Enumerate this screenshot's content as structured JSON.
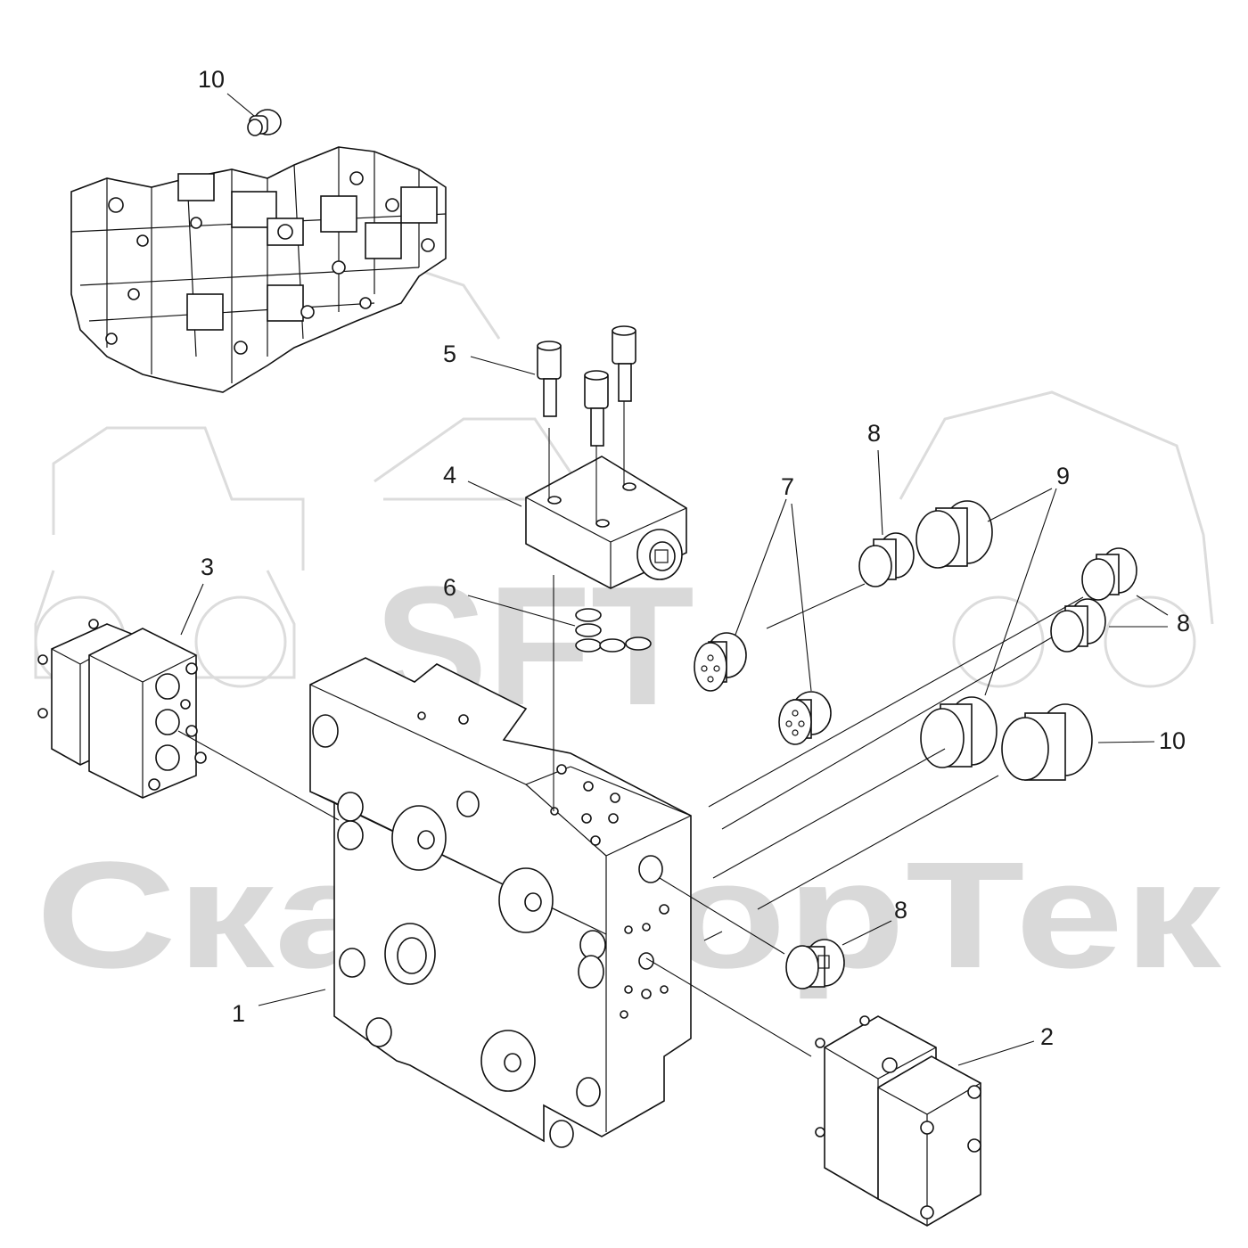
{
  "watermark": {
    "logo_text": "SFT",
    "company_text": "СканФорТек",
    "color": "#d9d9d9"
  },
  "callouts": [
    {
      "id": "c10a",
      "label": "10"
    },
    {
      "id": "c5",
      "label": "5"
    },
    {
      "id": "c4",
      "label": "4"
    },
    {
      "id": "c6",
      "label": "6"
    },
    {
      "id": "c3",
      "label": "3"
    },
    {
      "id": "c7",
      "label": "7"
    },
    {
      "id": "c8a",
      "label": "8"
    },
    {
      "id": "c9",
      "label": "9"
    },
    {
      "id": "c8b",
      "label": "8"
    },
    {
      "id": "c10b",
      "label": "10"
    },
    {
      "id": "c8c",
      "label": "8"
    },
    {
      "id": "c1",
      "label": "1"
    },
    {
      "id": "c2",
      "label": "2"
    }
  ],
  "colors": {
    "line": "#111111",
    "text": "#1a1a1a",
    "background": "#ffffff"
  }
}
